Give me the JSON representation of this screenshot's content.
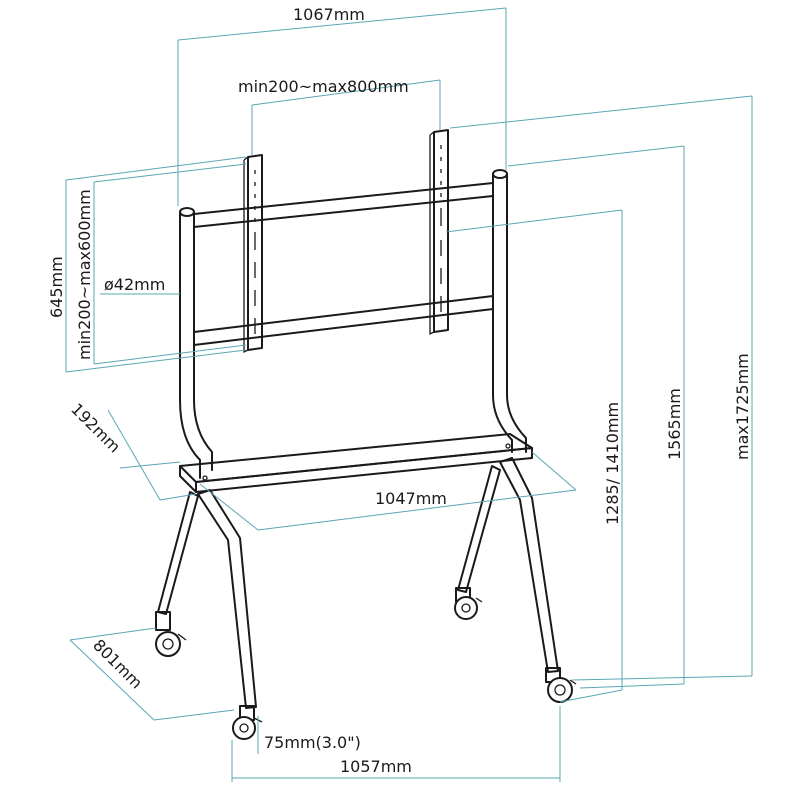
{
  "dimensions": {
    "overall_width": "1067mm",
    "vesa_horizontal": "min200~max800mm",
    "bracket_height": "645mm",
    "vesa_vertical": "min200~max600mm",
    "pole_diameter": "ø42mm",
    "shelf_depth": "192mm",
    "shelf_width": "1047mm",
    "center_height": "1285/ 1410mm",
    "post_height": "1565mm",
    "max_height": "max1725mm",
    "base_depth": "801mm",
    "wheel_size": "75mm(3.0\")",
    "base_width": "1057mm"
  },
  "colors": {
    "dimension_line": "#5aa6b4",
    "outline": "#1a1a1a"
  }
}
